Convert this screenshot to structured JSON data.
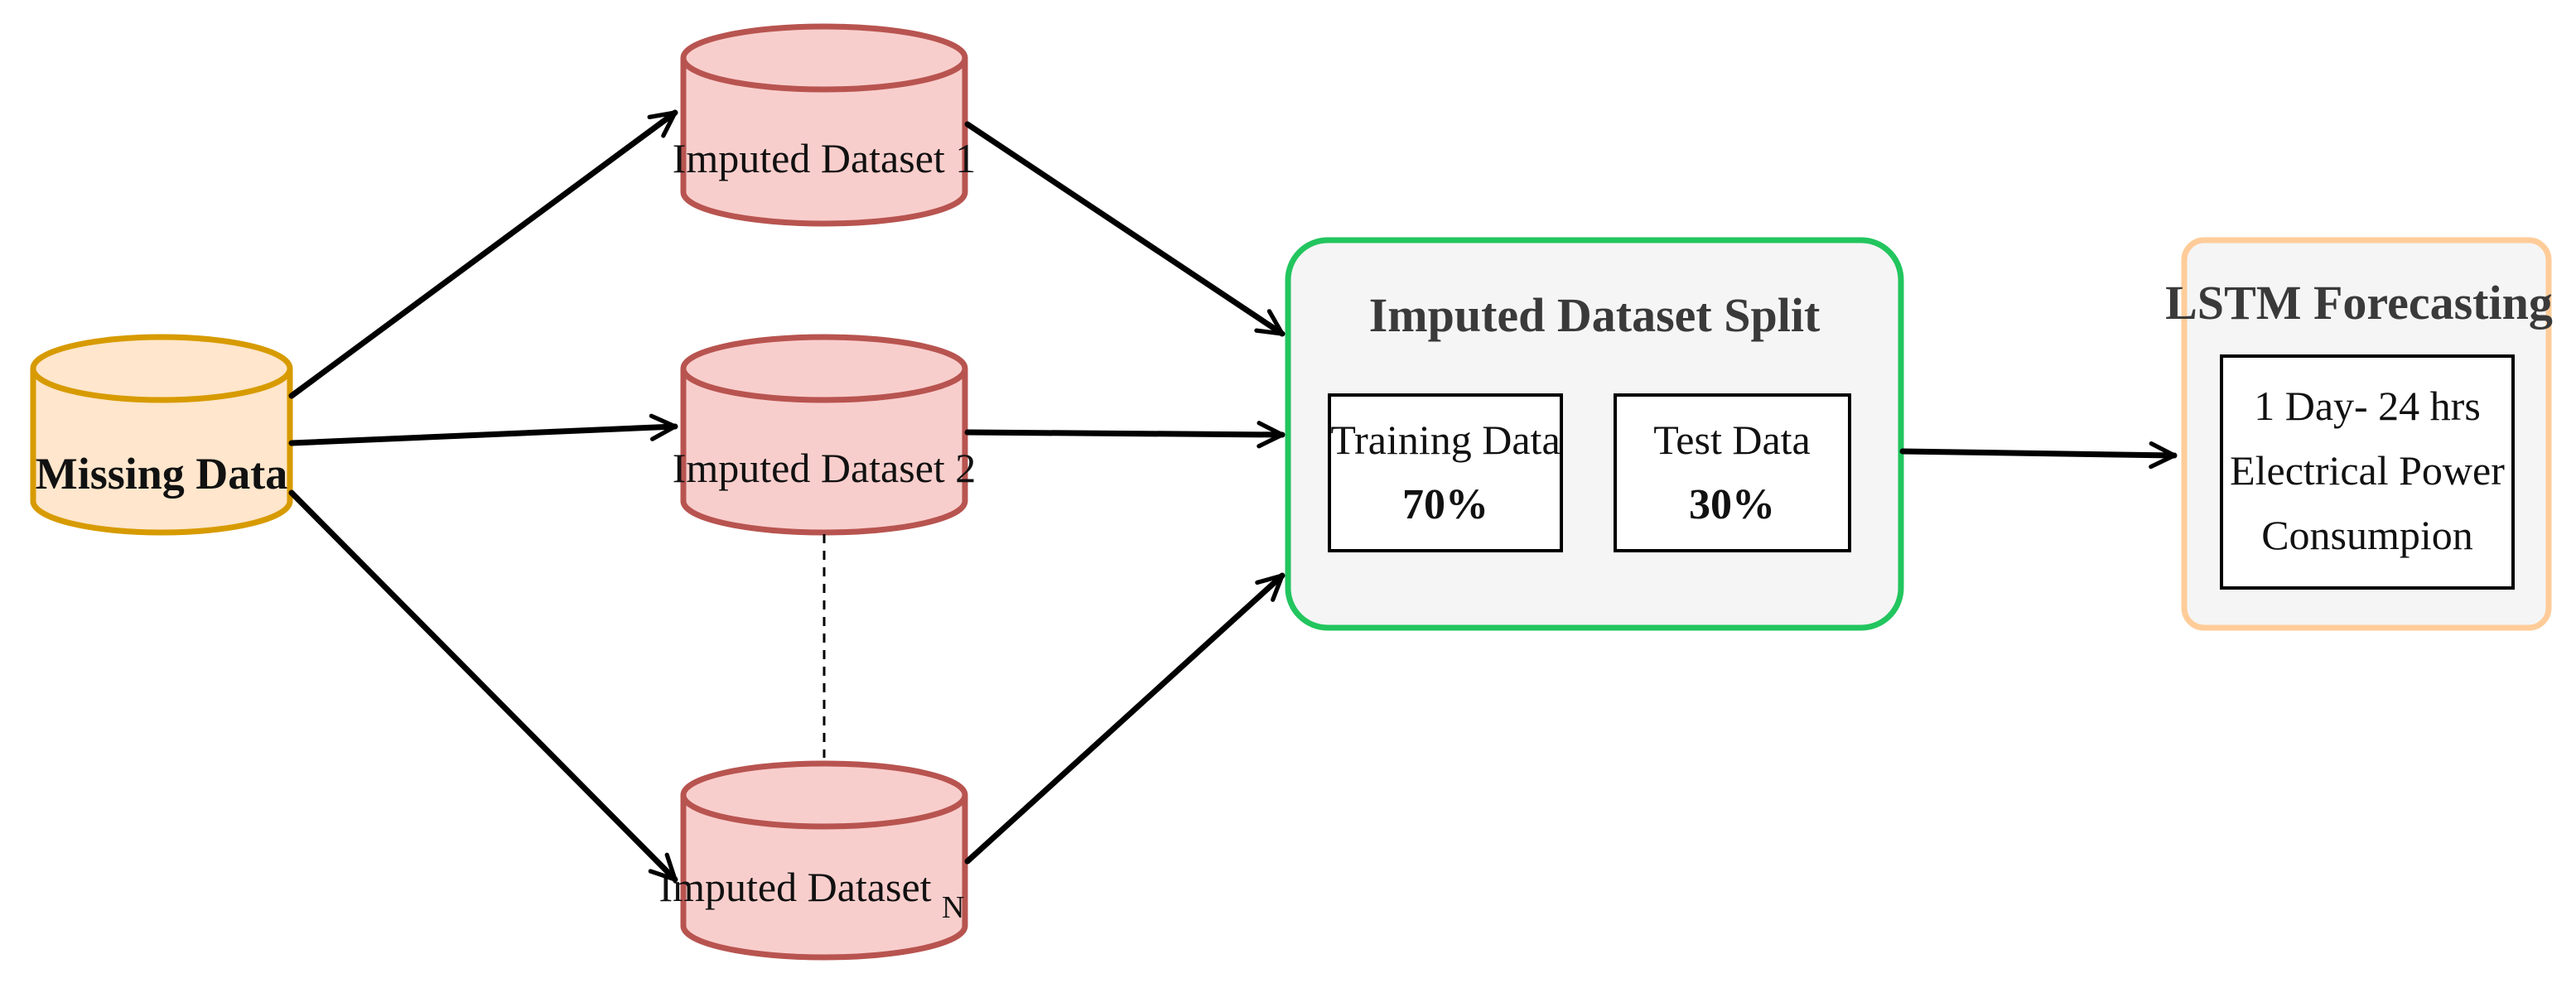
{
  "missing": {
    "label": "Missing Data",
    "fill": "#ffe6cc",
    "stroke": "#d79b00"
  },
  "imputed": {
    "fill": "#f8cecc",
    "stroke": "#b85450",
    "items": [
      {
        "label": "Imputed Dataset 1"
      },
      {
        "label": "Imputed Dataset 2"
      },
      {
        "label": "Imputed Dataset ",
        "subscript": "N"
      }
    ]
  },
  "split": {
    "title": "Imputed Dataset Split",
    "border": "#22c55e",
    "train": {
      "label": "Training Data",
      "percent": "70%"
    },
    "test": {
      "label": "Test Data",
      "percent": "30%"
    }
  },
  "lstm": {
    "title": "LSTM Forecasting",
    "border": "#ffcc99",
    "lines": [
      "1 Day- 24 hrs",
      "Electrical Power",
      "Consumpion"
    ]
  }
}
